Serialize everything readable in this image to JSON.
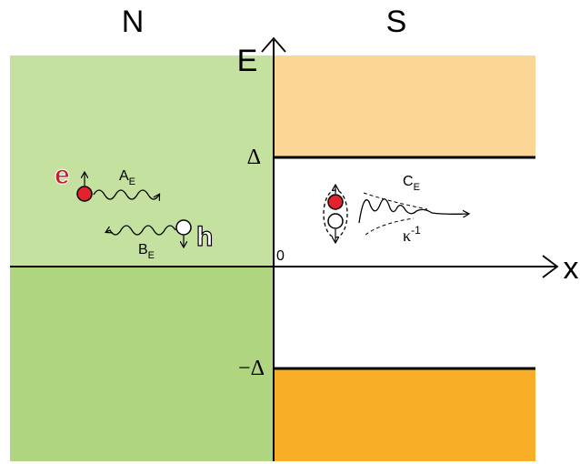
{
  "regions": {
    "normal_label": "N",
    "super_label": "S"
  },
  "axes": {
    "energy_label": "E",
    "position_label": "x",
    "origin_label": "0"
  },
  "gap": {
    "upper_label": "Δ",
    "lower_label": "−Δ"
  },
  "particles": {
    "electron_label": "e",
    "hole_label": "h",
    "amp_a": "A",
    "amp_b": "B",
    "amp_c": "C",
    "amp_subscript": "E",
    "decay_base": "κ",
    "decay_exp": "-1"
  },
  "colors": {
    "normal_upper": "#c5e1a0",
    "normal_lower": "#b0d580",
    "super_upper_band": "#fbd694",
    "super_lower_band": "#f8ae26",
    "electron": "#e3232b",
    "electron_text": "#c41e2b",
    "hole_text": "#ffffff"
  }
}
